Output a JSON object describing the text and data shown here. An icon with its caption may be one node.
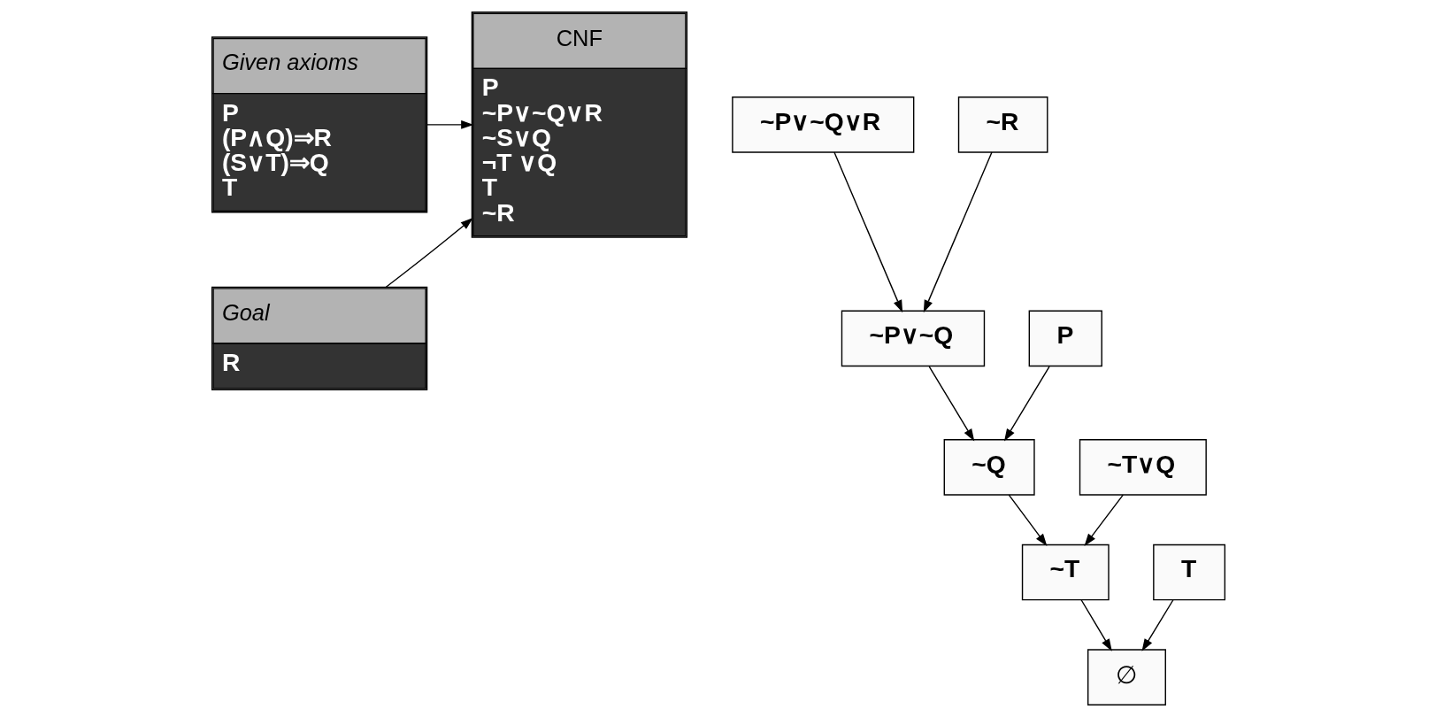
{
  "diagram": {
    "nodes": [
      {
        "text": [
          "Given axioms",
          "P",
          "(P∧Q)⇒R",
          "(S∨T)⇒Q",
          "T"
        ]
      },
      {
        "text": [
          "Goal",
          "R"
        ]
      },
      {
        "text": [
          "CNF",
          "P",
          "~P∨~Q∨R",
          "~S∨Q",
          "¬T ∨Q",
          "T",
          "~R"
        ]
      },
      {
        "text": [
          "~P∨~Q∨R"
        ]
      },
      {
        "text": [
          "~R"
        ]
      },
      {
        "text": [
          "~P∨~Q"
        ]
      },
      {
        "text": [
          "P"
        ]
      },
      {
        "text": [
          "~T∨Q"
        ]
      },
      {
        "text": [
          "~Q"
        ]
      },
      {
        "text": [
          "~T"
        ]
      },
      {
        "text": [
          "T"
        ]
      },
      {
        "text": [
          "∅"
        ]
      }
    ],
    "edges": [
      {
        "from": 0,
        "to": 2,
        "arrow": "to"
      },
      {
        "from": 1,
        "to": 2,
        "arrow": "to"
      },
      {
        "from": 3,
        "to": 5,
        "arrow": "to"
      },
      {
        "from": 4,
        "to": 5,
        "arrow": "to"
      },
      {
        "from": 5,
        "to": 8,
        "arrow": "to"
      },
      {
        "from": 6,
        "to": 8,
        "arrow": "to"
      },
      {
        "from": 7,
        "to": 9,
        "arrow": "to"
      },
      {
        "from": 8,
        "to": 9,
        "arrow": "to"
      },
      {
        "from": 9,
        "to": 11,
        "arrow": "to"
      },
      {
        "from": 10,
        "to": 11,
        "arrow": "to"
      }
    ]
  }
}
